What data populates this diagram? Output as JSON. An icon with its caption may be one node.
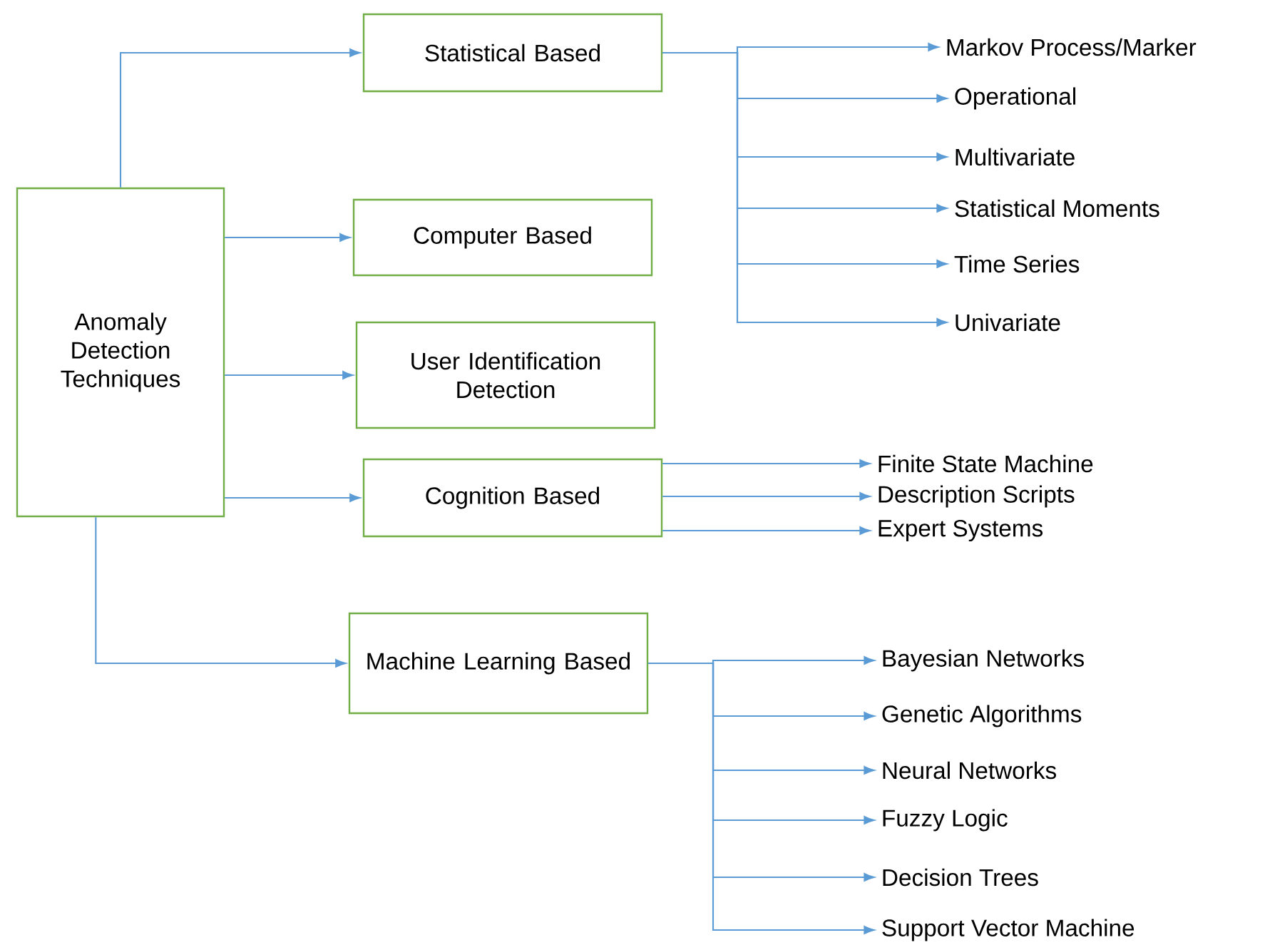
{
  "diagram": {
    "nodes": [
      {
        "text": [
          "Anomaly Detection Techniques"
        ]
      },
      {
        "text": [
          "Statistical Based"
        ]
      },
      {
        "text": [
          "Computer Based"
        ]
      },
      {
        "text": [
          "User Identification Detection"
        ]
      },
      {
        "text": [
          "Cognition Based"
        ]
      },
      {
        "text": [
          "Machine Learning Based"
        ]
      },
      {
        "text": [
          "Markov Process/Marker"
        ]
      },
      {
        "text": [
          "Operational"
        ]
      },
      {
        "text": [
          "Multivariate"
        ]
      },
      {
        "text": [
          "Statistical Moments"
        ]
      },
      {
        "text": [
          "Time Series"
        ]
      },
      {
        "text": [
          "Univariate"
        ]
      },
      {
        "text": [
          "Finite State Machine"
        ]
      },
      {
        "text": [
          "Description Scripts"
        ]
      },
      {
        "text": [
          "Expert Systems"
        ]
      },
      {
        "text": [
          "Bayesian Networks"
        ]
      },
      {
        "text": [
          "Genetic Algorithms"
        ]
      },
      {
        "text": [
          "Neural Networks"
        ]
      },
      {
        "text": [
          "Fuzzy Logic"
        ]
      },
      {
        "text": [
          "Decision Trees"
        ]
      },
      {
        "text": [
          "Support Vector Machine"
        ]
      }
    ],
    "edges": [
      {
        "from": 0,
        "to": 1,
        "arrow": "to"
      },
      {
        "from": 0,
        "to": 2,
        "arrow": "to"
      },
      {
        "from": 0,
        "to": 3,
        "arrow": "to"
      },
      {
        "from": 0,
        "to": 4,
        "arrow": "to"
      },
      {
        "from": 0,
        "to": 5,
        "arrow": "to"
      },
      {
        "from": 1,
        "to": 6,
        "arrow": "to"
      },
      {
        "from": 1,
        "to": 7,
        "arrow": "to"
      },
      {
        "from": 1,
        "to": 8,
        "arrow": "to"
      },
      {
        "from": 1,
        "to": 9,
        "arrow": "to"
      },
      {
        "from": 1,
        "to": 10,
        "arrow": "to"
      },
      {
        "from": 1,
        "to": 11,
        "arrow": "to"
      },
      {
        "from": 4,
        "to": 12,
        "arrow": "to"
      },
      {
        "from": 4,
        "to": 13,
        "arrow": "to"
      },
      {
        "from": 4,
        "to": 14,
        "arrow": "to"
      },
      {
        "from": 5,
        "to": 15,
        "arrow": "to"
      },
      {
        "from": 5,
        "to": 16,
        "arrow": "to"
      },
      {
        "from": 5,
        "to": 17,
        "arrow": "to"
      },
      {
        "from": 5,
        "to": 18,
        "arrow": "to"
      },
      {
        "from": 5,
        "to": 19,
        "arrow": "to"
      },
      {
        "from": 5,
        "to": 20,
        "arrow": "to"
      }
    ]
  }
}
